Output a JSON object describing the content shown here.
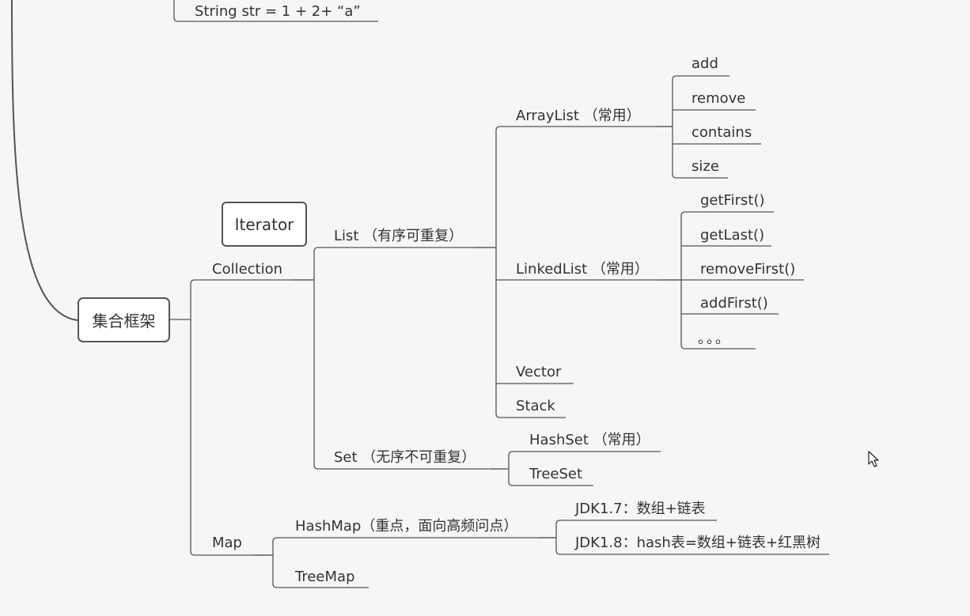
{
  "root": {
    "label": "集合框架"
  },
  "floating": {
    "label": "Iterator"
  },
  "top_snippet": {
    "label": "String str = 1 + 2+  “a”"
  },
  "collection": {
    "label": "Collection",
    "list": {
      "label": "List （有序可重复）",
      "arraylist": {
        "label": "ArrayList （常用）",
        "methods": [
          "add",
          "remove",
          "contains",
          "size"
        ]
      },
      "linkedlist": {
        "label": "LinkedList （常用）",
        "methods": [
          "getFirst()",
          "getLast()",
          "removeFirst()",
          "addFirst()",
          "。。。"
        ]
      },
      "vector": {
        "label": "Vector"
      },
      "stack": {
        "label": "Stack"
      }
    },
    "set": {
      "label": "Set （无序不可重复）",
      "hashset": {
        "label": "HashSet （常用）"
      },
      "treeset": {
        "label": "TreeSet"
      }
    }
  },
  "map": {
    "label": "Map",
    "hashmap": {
      "label": "HashMap（重点，面向高频问点）",
      "jdk17": {
        "label": "JDK1.7：数组+链表"
      },
      "jdk18": {
        "label": "JDK1.8：hash表=数组+链表+红黑树"
      }
    },
    "treemap": {
      "label": "TreeMap"
    }
  },
  "colors": {
    "line": "#555555",
    "text": "#333333",
    "background": "#f6f6f6"
  }
}
